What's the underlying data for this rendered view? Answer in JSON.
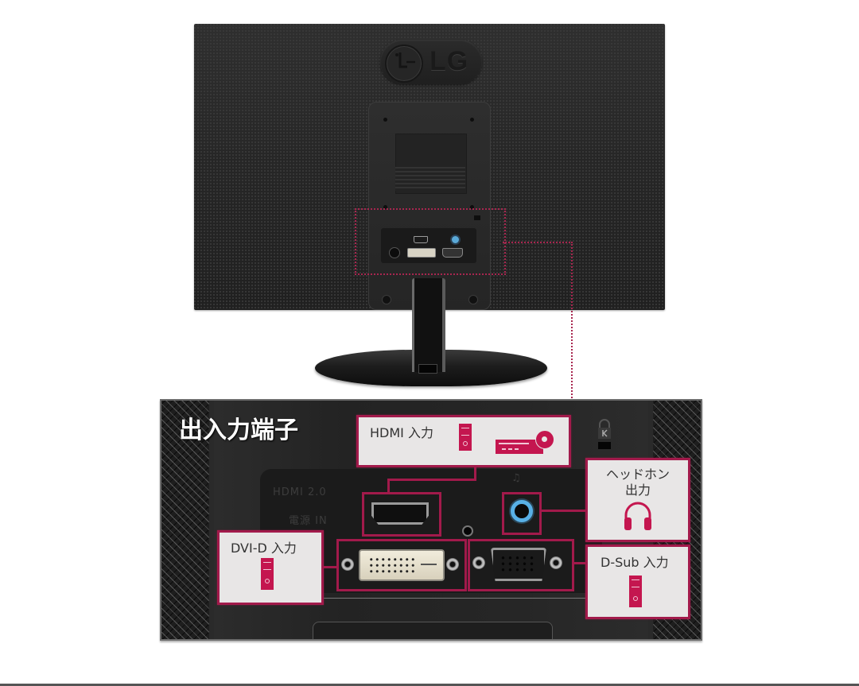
{
  "image": {
    "subject": "LG monitor rear view with input/output terminal callouts",
    "brand_logo": "LG",
    "colors": {
      "accent": "#a21a4b",
      "icon_fill": "#c4164f",
      "callout_bg": "#e8e6e6",
      "panel_bg": "#2a2a2a",
      "monitor_body": "#262626",
      "headphone_jack_ring": "#58b0e6",
      "background": "#ffffff"
    }
  },
  "detail_panel": {
    "title": "出入力端子",
    "callouts": [
      {
        "id": "hdmi",
        "label": "HDMI 入力",
        "icons": [
          "pc-tower-icon",
          "blu-ray-player-icon"
        ]
      },
      {
        "id": "headphone",
        "label_line1": "ヘッドホン",
        "label_line2": "出力",
        "icons": [
          "headphone-icon"
        ]
      },
      {
        "id": "dvi",
        "label": "DVI-D 入力",
        "icons": [
          "pc-tower-icon"
        ]
      },
      {
        "id": "dsub",
        "label": "D-Sub 入力",
        "icons": [
          "pc-tower-icon"
        ]
      }
    ],
    "ports": [
      "hdmi-port",
      "headphone-jack",
      "dvi-d-port",
      "d-sub-vga-port",
      "kensington-lock"
    ]
  }
}
